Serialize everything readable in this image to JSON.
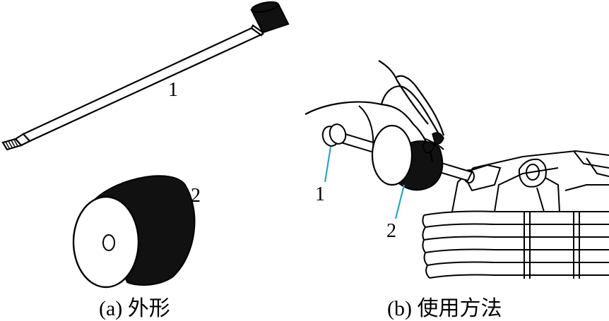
{
  "figure": {
    "panel_a": {
      "caption": "(a) 外形",
      "labels": {
        "rod": "1",
        "weight": "2"
      }
    },
    "panel_b": {
      "caption": "(b) 使用方法",
      "labels": {
        "rod": "1",
        "weight": "2"
      },
      "leader_color": "#29a3c9"
    }
  }
}
